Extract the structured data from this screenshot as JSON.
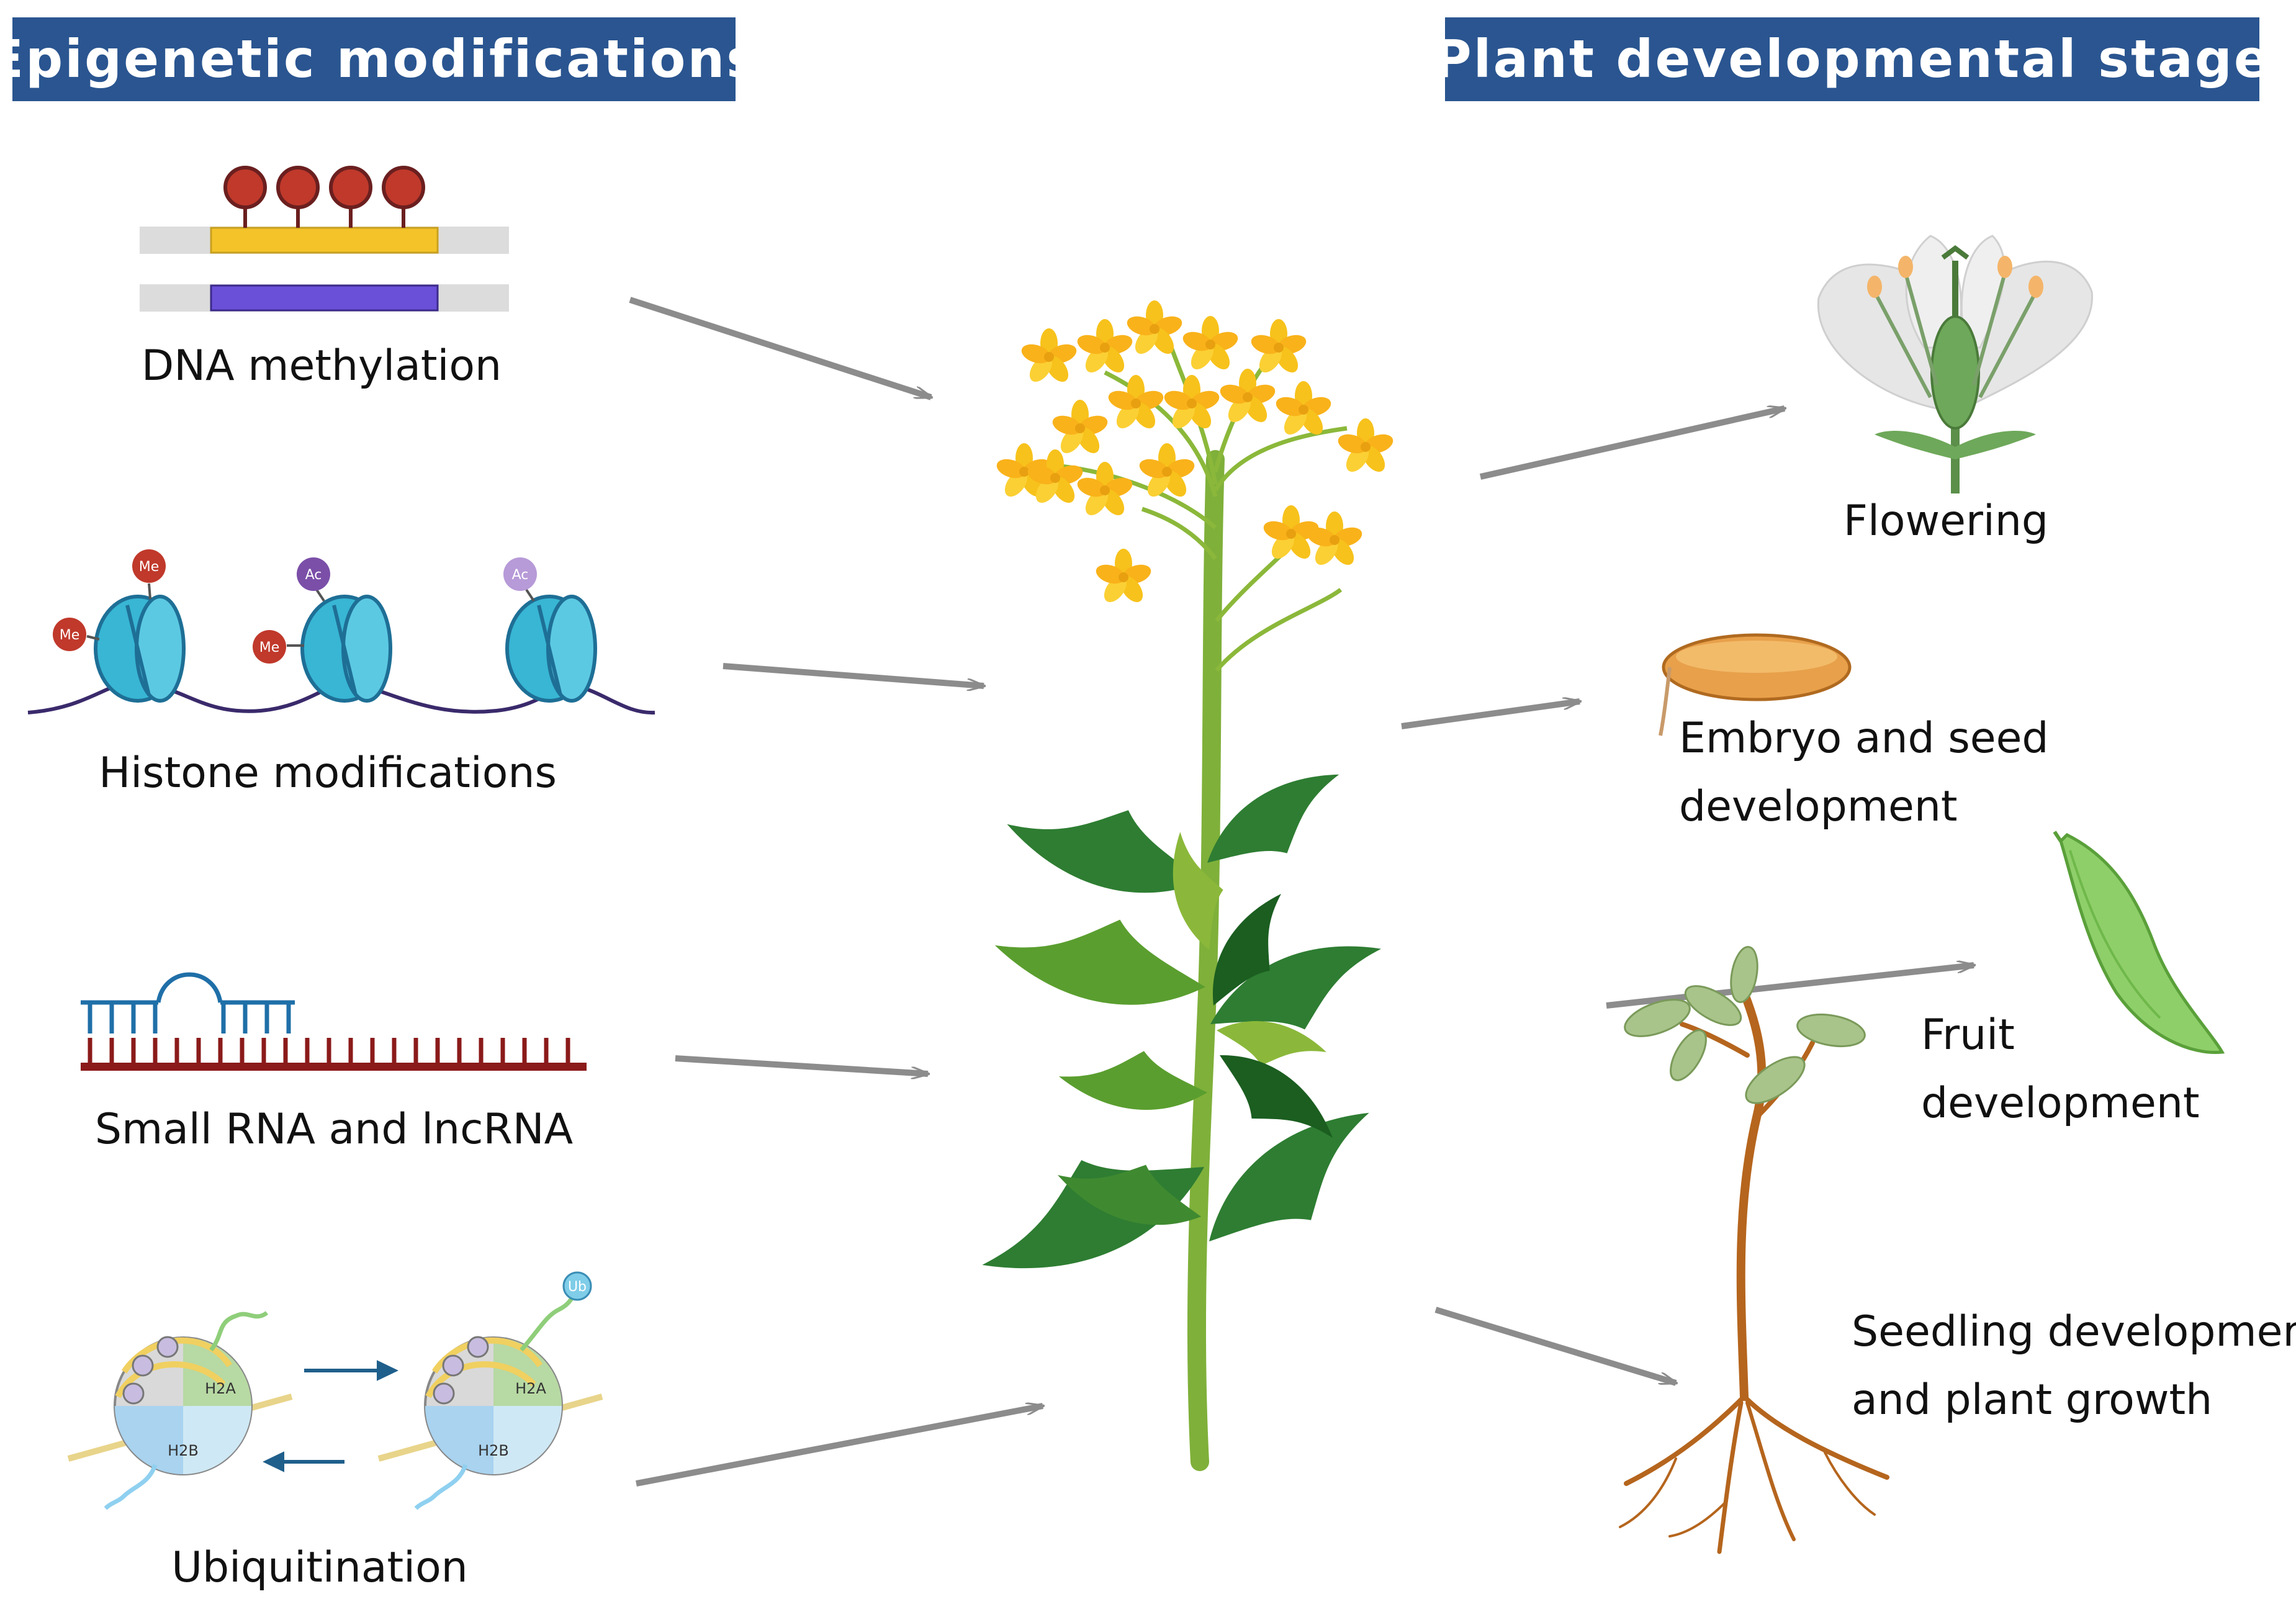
{
  "headers": {
    "left": "Epigenetic modifications",
    "right": "Plant developmental stage"
  },
  "modifications": {
    "dna_methylation": "DNA methylation",
    "histone": "Histone modifications",
    "small_rna": "Small RNA and lncRNA",
    "ubiquitination": "Ubiquitination"
  },
  "histone_marks": {
    "me": "Me",
    "ac": "Ac"
  },
  "ubiquitin_marks": {
    "h2a": "H2A",
    "h2b": "H2B",
    "ub": "Ub"
  },
  "stages": {
    "flowering": "Flowering",
    "seed_line1": "Embryo and seed",
    "seed_line2": "development",
    "fruit_line1": "Fruit",
    "fruit_line2": "development",
    "seedling_line1": "Seedling development",
    "seedling_line2": "and plant growth"
  },
  "colors": {
    "header_bg": "#2a5590",
    "arrow": "#8c8c8c",
    "stem": "#7fb03a",
    "leaf_dark": "#2e7d32",
    "leaf_light": "#8bb83a",
    "flower": "#f7c21b",
    "nucleosome": "#38b6d4",
    "dna_line": "#3a2a6b",
    "methyl_red": "#c0392b",
    "acetyl_purple": "#7b4fa8"
  }
}
